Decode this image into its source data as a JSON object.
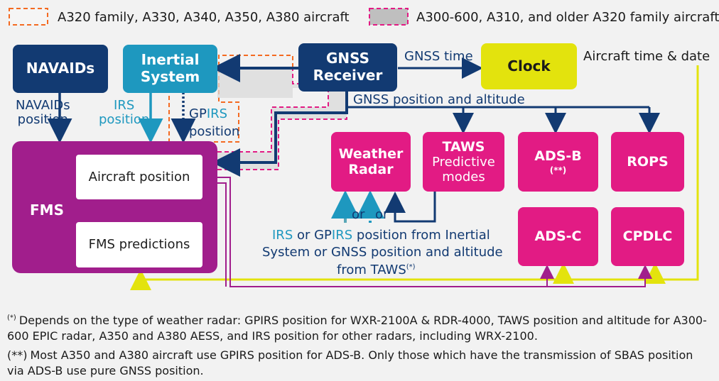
{
  "legend": [
    {
      "label": "A320 family, A330, A340, A350, A380 aircraft",
      "style": "orange-dashed"
    },
    {
      "label": "A300-600, A310, and older A320 family aircraft",
      "style": "pink-dashed-gray"
    }
  ],
  "boxes": {
    "navaids": "NAVAIDs",
    "inertial_system": "Inertial\nSystem",
    "gnss_receiver": "GNSS\nReceiver",
    "clock": "Clock",
    "weather_radar": "Weather\nRadar",
    "taws_title": "TAWS",
    "taws_subtitle": "Predictive\nmodes",
    "adsb_title": "ADS-B",
    "adsb_mark": "(**)",
    "rops": "ROPS",
    "adsc": "ADS-C",
    "cpdlc": "CPDLC",
    "fms": "FMS",
    "aircraft_position": "Aircraft position",
    "fms_predictions": "FMS predictions"
  },
  "labels": {
    "navaids_position": "NAVAIDs\nposition",
    "irs_position": "IRS\nposition",
    "gpirs_prefix": "GP",
    "gpirs_suffix": "IRS",
    "gpirs_position": "position",
    "gnss_time": "GNSS time",
    "aircraft_time_date": "Aircraft time & date",
    "gnss_position_altitude": "GNSS position and altitude",
    "or_1": "or",
    "or_2": "or",
    "weather_source_1_a": "IRS",
    "weather_source_1_b": " or GP",
    "weather_source_1_c": "IRS",
    "weather_source_1_d": " position from Inertial",
    "weather_source_2": "System or GNSS position and altitude",
    "weather_source_3": "from TAWS",
    "weather_source_mark": "(*)"
  },
  "notes": {
    "note1_mark": "(*)",
    "note1": "Depends on the type of weather radar: GPIRS position for WXR-2100A & RDR-4000, TAWS position and altitude for A300-600 EPIC radar, A350 and A380 AESS, and IRS position for other radars, including WRX-2100.",
    "note2_mark": "(**)",
    "note2": "Most A350 and A380 aircraft use GPIRS position for ADS-B. Only those which have the transmission of SBAS position via ADS-B use pure GNSS position."
  },
  "colors": {
    "navy": "#123a72",
    "teal": "#1e98bf",
    "yellow": "#e3e30d",
    "pink": "#e21b84",
    "fms": "#a11e8c",
    "orange": "#f46a21",
    "gray": "#bfbfbf",
    "background": "#f2f2f2"
  }
}
